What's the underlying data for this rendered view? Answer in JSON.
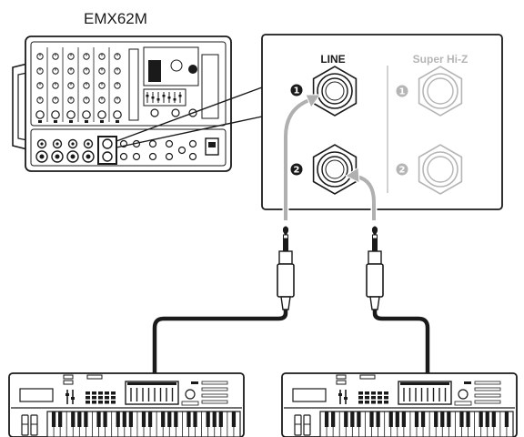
{
  "mixer": {
    "title": "EMX62M"
  },
  "input_panel": {
    "line_label": "LINE",
    "superhiz_label": "Super Hi-Z",
    "jack_numbers": [
      "1",
      "2"
    ]
  },
  "colors": {
    "stroke": "#1a1a1a",
    "disabled": "#b5b5b5",
    "cable": "#1a1a1a",
    "background": "#ffffff"
  },
  "devices": [
    {
      "type": "keyboard-synthesizer",
      "connected_to": "LINE 1"
    },
    {
      "type": "keyboard-synthesizer",
      "connected_to": "LINE 2"
    }
  ]
}
